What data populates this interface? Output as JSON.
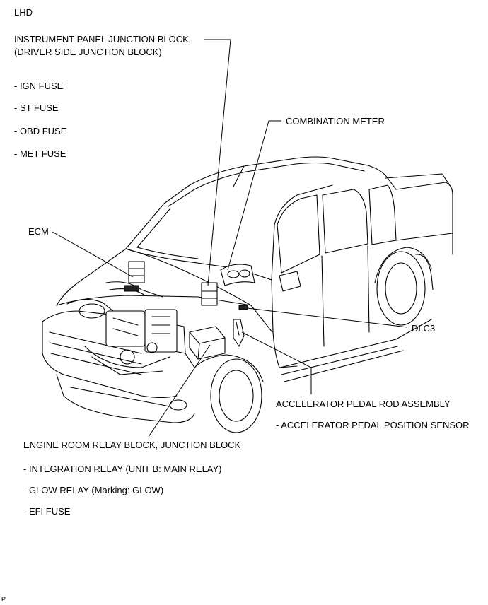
{
  "header": {
    "drive_side": "LHD"
  },
  "labels": {
    "ipjb_line1": "INSTRUMENT PANEL JUNCTION BLOCK",
    "ipjb_line2": "(DRIVER SIDE JUNCTION BLOCK)",
    "ign_fuse": "- IGN FUSE",
    "st_fuse": "- ST FUSE",
    "obd_fuse": "- OBD FUSE",
    "met_fuse": "- MET FUSE",
    "combination_meter": "COMBINATION METER",
    "ecm": "ECM",
    "dlc3": "DLC3",
    "accel_pedal_rod": "ACCELERATOR PEDAL ROD ASSEMBLY",
    "accel_pedal_sensor": "- ACCELERATOR PEDAL POSITION SENSOR",
    "engine_room_block": "ENGINE ROOM RELAY BLOCK, JUNCTION BLOCK",
    "integration_relay": "- INTEGRATION RELAY (UNIT B: MAIN RELAY)",
    "glow_relay": "- GLOW RELAY (Marking: GLOW)",
    "efi_fuse": "- EFI FUSE"
  },
  "footer": {
    "code": "P"
  }
}
